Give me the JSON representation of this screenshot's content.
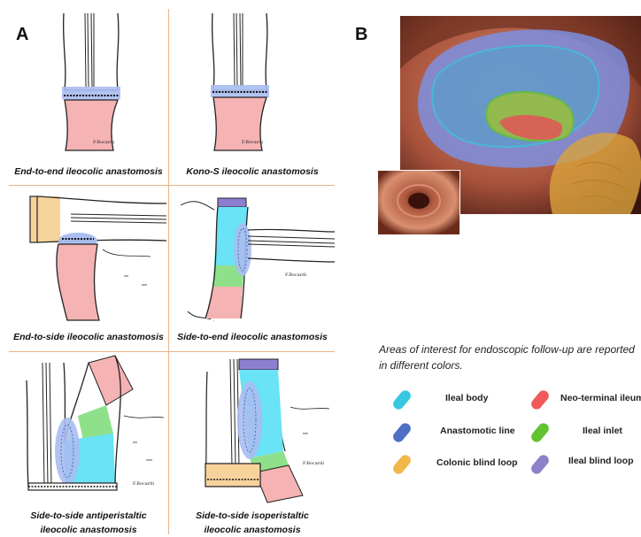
{
  "panel_a": {
    "letter": "A",
    "captions": {
      "end_to_end": "End-to-end ileocolic anastomosis",
      "kono_s": "Kono-S ileocolic anastomosis",
      "end_to_side": "End-to-side ileocolic anastomosis",
      "side_to_end": "Side-to-end ileocolic anastomosis",
      "side_to_side_anti_l1": "Side-to-side antiperistaltic",
      "side_to_side_anti_l2": "ileocolic anastomosis",
      "side_to_side_iso_l1": "Side-to-side isoperistaltic",
      "side_to_side_iso_l2": "ileocolic anastomosis"
    },
    "signature": "F.Bocardi"
  },
  "panel_b": {
    "letter": "B",
    "legend_title": "Areas of interest for endoscopic follow-up are reported in different colors.",
    "legend": [
      {
        "label": "Ileal body",
        "color": "#35c8e0"
      },
      {
        "label": "Neo-terminal ileum",
        "color": "#f05a5a"
      },
      {
        "label": "Anastomotic line",
        "color": "#4f6fc4"
      },
      {
        "label": "Ileal inlet",
        "color": "#63c232"
      },
      {
        "label": "Colonic blind loop",
        "color": "#f2b64a"
      },
      {
        "label": "Ileal blind loop",
        "color": "#8d82c9"
      }
    ]
  },
  "colors": {
    "ileum_pink": "#f5b3b3",
    "anastomosis_blue": "#a8bcef",
    "ileal_body_cyan": "#69e3f5",
    "ileal_inlet_green": "#8fe08a",
    "blind_loop_orange": "#f7d39c",
    "ileal_blind_loop_purple": "#8d7fd0",
    "divider_orange": "#e9b387"
  }
}
